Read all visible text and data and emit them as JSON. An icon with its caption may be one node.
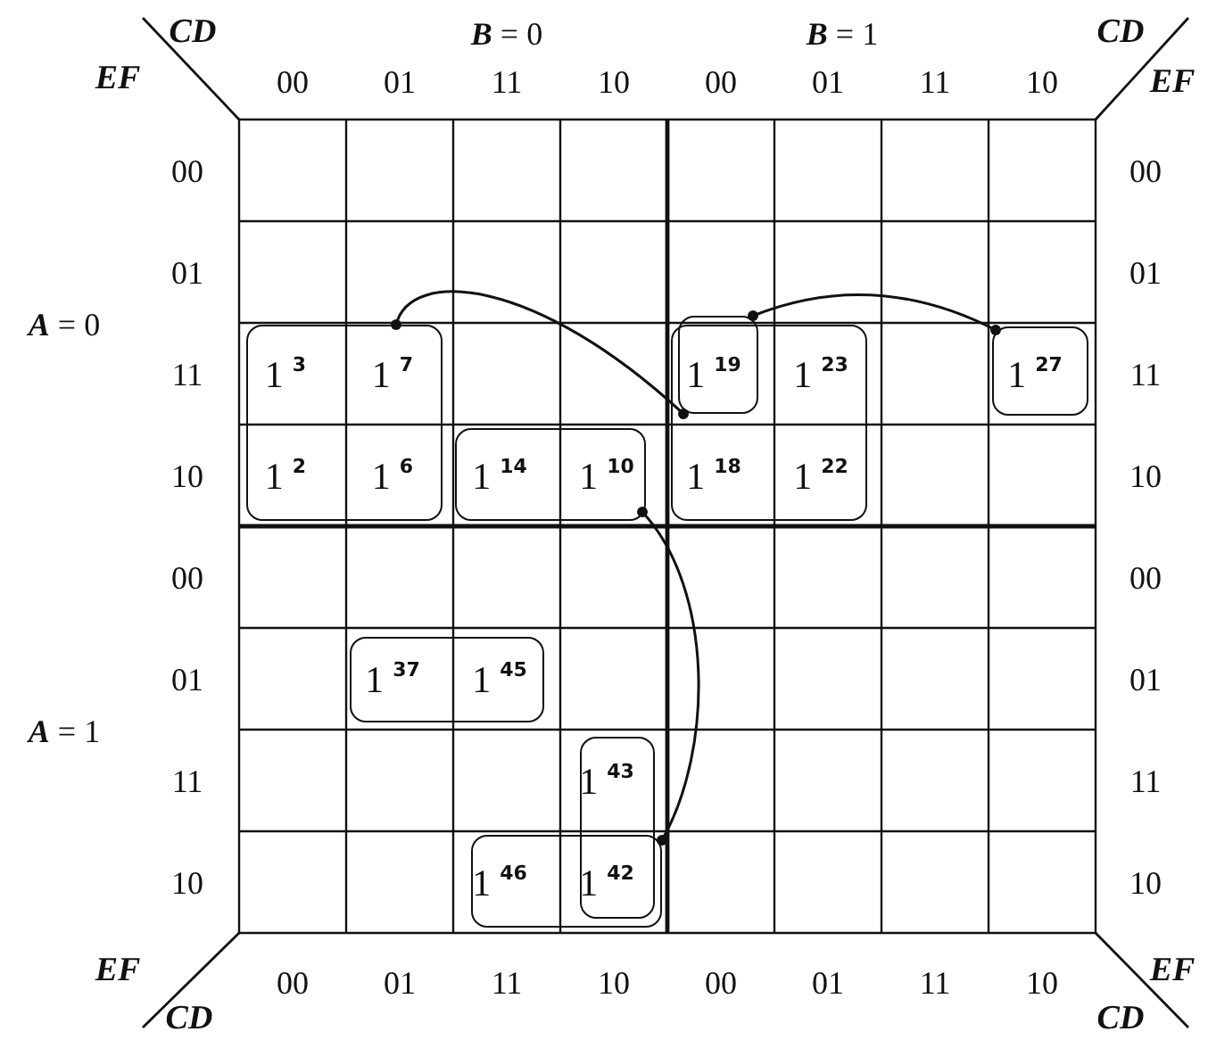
{
  "diagram": {
    "nodes": [
      {
        "text": [],
        "shape": "box"
      },
      {
        "text": [],
        "shape": "box"
      },
      {
        "text": [],
        "shape": "box"
      },
      {
        "text": [],
        "shape": "box"
      },
      {
        "text": [],
        "shape": "box"
      },
      {
        "text": [],
        "shape": "box"
      },
      {
        "text": [],
        "shape": "box"
      },
      {
        "text": [],
        "shape": "box"
      }
    ],
    "edges": [
      {
        "from": 0,
        "to": 1,
        "arrow": "other"
      },
      {
        "from": 2,
        "to": 3,
        "arrow": "other"
      },
      {
        "from": 4,
        "to": 7,
        "arrow": "other"
      }
    ],
    "labels": [
      "CD",
      "*B* = 0",
      "*B* = 1",
      "CD",
      "EF",
      "00",
      "01",
      "11",
      "10",
      "00",
      "01",
      "11",
      "10",
      "EF",
      "00",
      "00",
      "01",
      "01",
      "*A* = 0",
      "11",
      "1$^{3}$",
      "1$^{7}$",
      "1$^{19}$",
      "1$^{23}$",
      "1$^{27}$",
      "11",
      "10",
      "1$^{2}$",
      "1$^{6}$",
      "1$^{14}$",
      "1$^{10}$",
      "1$^{18}$",
      "1$^{22}$",
      "10",
      "00",
      "00",
      "01",
      "1$^{37}$",
      "1$^{45}$",
      "01",
      "*A* = 1",
      "11",
      "1$^{43}$",
      "11",
      "10",
      "1$^{46}$",
      "1$^{42}$",
      "10",
      "EF",
      "00",
      "01",
      "11",
      "10",
      "00",
      "01",
      "11",
      "10",
      "EF",
      "CD",
      "CD"
    ]
  }
}
